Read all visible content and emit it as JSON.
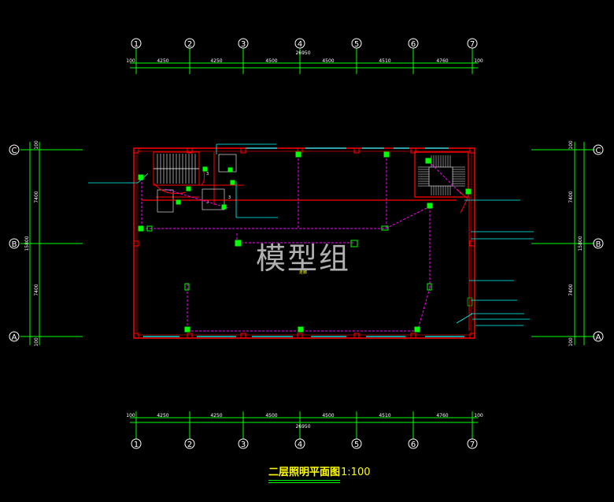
{
  "colors": {
    "background": "#000000",
    "axis_lines": "#00ff00",
    "dim_text": "#ffffff",
    "walls": "#ff0000",
    "windows": "#00ffff",
    "wiring": "#ff00ff",
    "fixtures": "#00ff00",
    "title": "#ffff00"
  },
  "drawing": {
    "title": "二层照明平面图",
    "scale": "1:100",
    "watermark": "模型组",
    "room_label": "走廊"
  },
  "top_axes": [
    "1",
    "2",
    "3",
    "4",
    "5",
    "6",
    "7"
  ],
  "top_spans": [
    "4250",
    "4250",
    "4500",
    "4500",
    "4510",
    "4760"
  ],
  "top_ends": [
    "100",
    "100"
  ],
  "top_total": "26950",
  "bottom_axes": [
    "1",
    "2",
    "3",
    "4",
    "5",
    "6",
    "7"
  ],
  "bottom_spans": [
    "4250",
    "4250",
    "4500",
    "4500",
    "4510",
    "4760"
  ],
  "bottom_ends": [
    "100",
    "100"
  ],
  "bottom_total": "26950",
  "left_axes": [
    "C",
    "B",
    "A"
  ],
  "left_dims": [
    "100",
    "7400",
    "15800",
    "7400",
    "100"
  ],
  "right_axes": [
    "C",
    "B",
    "A"
  ],
  "right_dims": [
    "100",
    "7400",
    "15800",
    "7400",
    "100"
  ],
  "stair_labels": [
    "3",
    "3",
    "3"
  ]
}
